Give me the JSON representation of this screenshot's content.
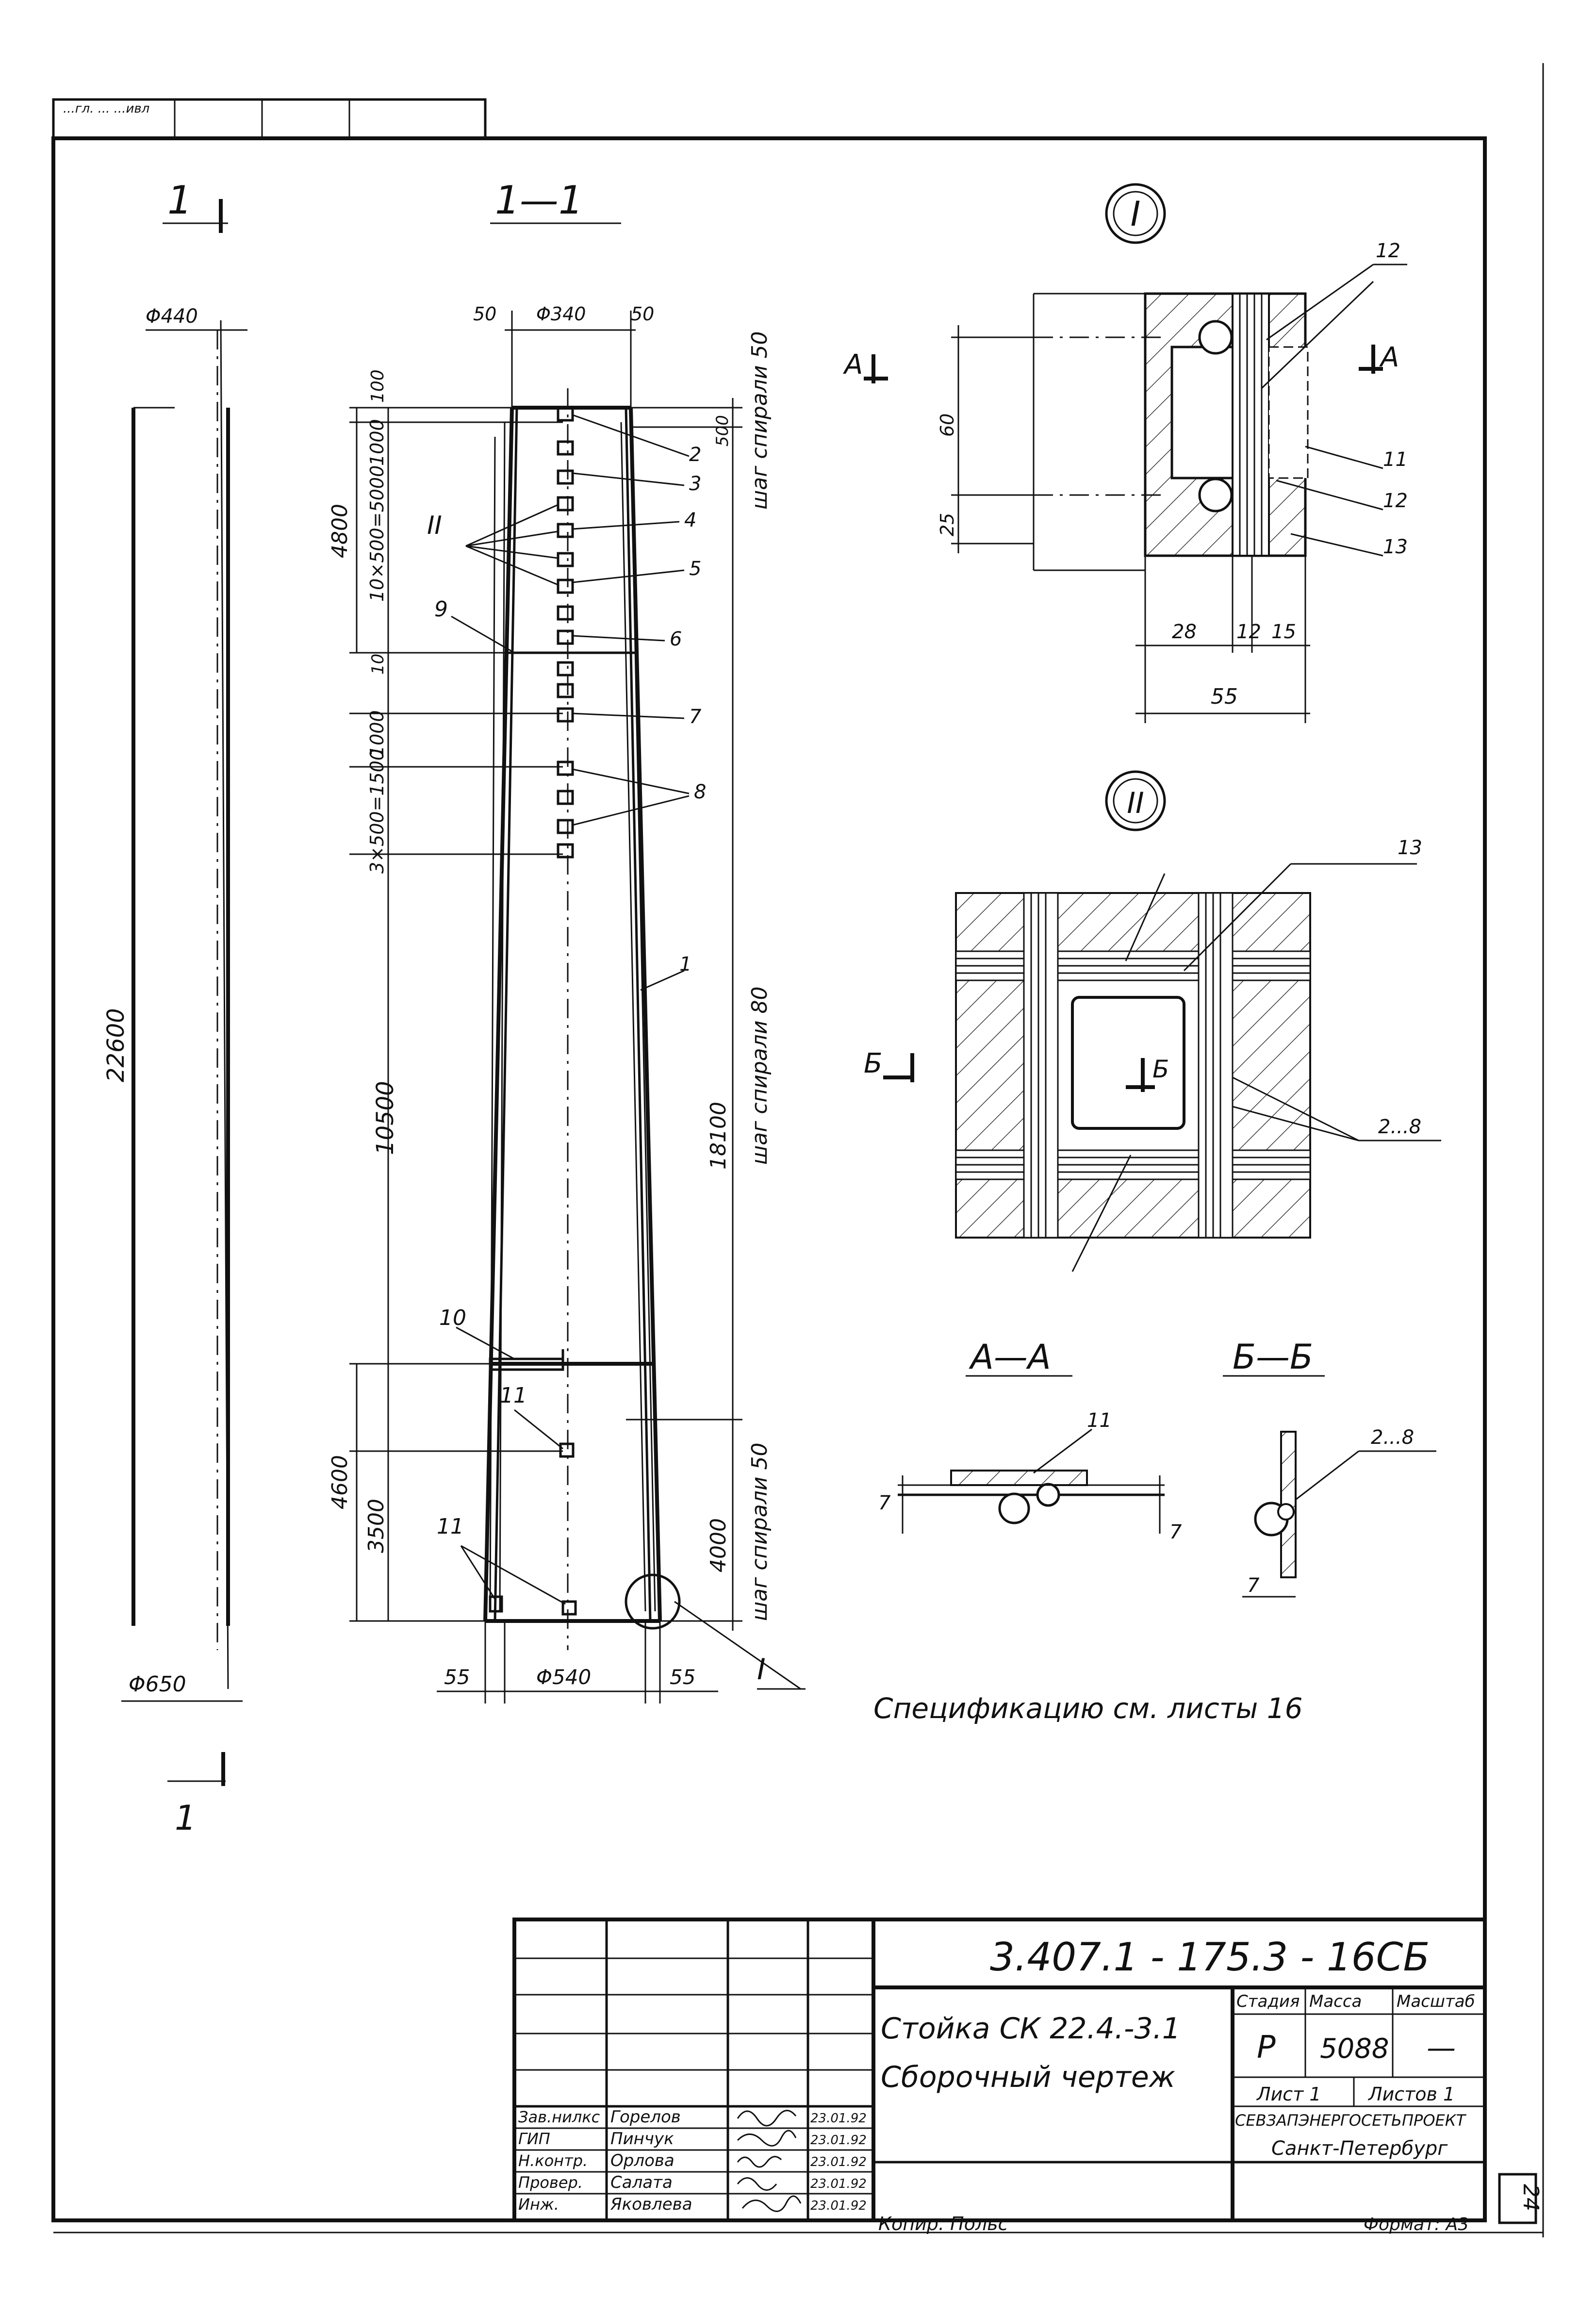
{
  "views": {
    "side_marker": "1",
    "section_title": "1—1",
    "detail_I": "I",
    "detail_II": "II",
    "section_AA": "А—А",
    "section_BB": "Б—Б",
    "cut_A": "А",
    "cut_B": "Б"
  },
  "dims": {
    "top_dia_side": "Φ440",
    "bottom_dia_side": "Φ650",
    "total_len": "22600",
    "wall_top_l": "50",
    "top_dia": "Φ340",
    "wall_top_r": "50",
    "wall_bot_l": "55",
    "bot_dia": "Φ540",
    "wall_bot_r": "55",
    "d100": "100",
    "d1000a": "1000",
    "d4800": "4800",
    "d10x500": "10×500=5000",
    "d10": "10",
    "d1000b": "1000",
    "d3x500": "3×500=1500",
    "d10500": "10500",
    "d4600": "4600",
    "d3500": "3500",
    "d500": "500",
    "d18100": "18100",
    "d4000": "4000",
    "det_60": "60",
    "det_25": "25",
    "det_28": "28",
    "det_12": "12",
    "det_15": "15",
    "det_55": "55",
    "aa_7l": "7",
    "aa_7r": "7",
    "bb_7": "7"
  },
  "notes": {
    "spiral_top": "шаг спирали 50",
    "spiral_mid": "шаг спирали 80",
    "spiral_bot": "шаг спирали 50",
    "spec": "Спецификацию см. листы 16"
  },
  "callouts": {
    "c1": "1",
    "c2": "2",
    "c3": "3",
    "c4": "4",
    "c5": "5",
    "c6": "6",
    "c7": "7",
    "c8": "8",
    "c9": "9",
    "c10": "10",
    "c11a": "11",
    "c11b": "11",
    "cII": "II",
    "cI": "I",
    "d12a": "12",
    "d12b": "12",
    "d11": "11",
    "d13a": "13",
    "d13b": "13",
    "d2_8": "2...8",
    "aa11": "11",
    "bb2_8": "2...8"
  },
  "top_stamp": {
    "text": "...гл. ... ...ивл"
  },
  "title_block": {
    "doc_code": "3.407.1 - 175.3 - 16СБ",
    "name_line1": "Стойка СК 22.4.-3.1",
    "name_line2": "Сборочный чертеж",
    "stage_label": "Стадия",
    "mass_label": "Масса",
    "scale_label": "Масштаб",
    "stage": "Р",
    "mass": "5088",
    "scale": "—",
    "sheet": "Лист 1",
    "sheets": "Листов 1",
    "org1": "СЕВЗАПЭНЕРГОСЕТЬПРОЕКТ",
    "org2": "Санкт-Петербург",
    "signers": [
      {
        "role": "Зав.нилкс",
        "name": "Горелов",
        "date": "23.01.92"
      },
      {
        "role": "ГИП",
        "name": "Пинчук",
        "date": "23.01.92"
      },
      {
        "role": "Н.контр.",
        "name": "Орлова",
        "date": "23.01.92"
      },
      {
        "role": "Провер.",
        "name": "Салата",
        "date": "23.01.92"
      },
      {
        "role": "Инж.",
        "name": "Яковлева",
        "date": "23.01.92"
      }
    ],
    "copy_label": "Копир. Польс",
    "format_label": "Формат: А3",
    "page_num": "24"
  }
}
